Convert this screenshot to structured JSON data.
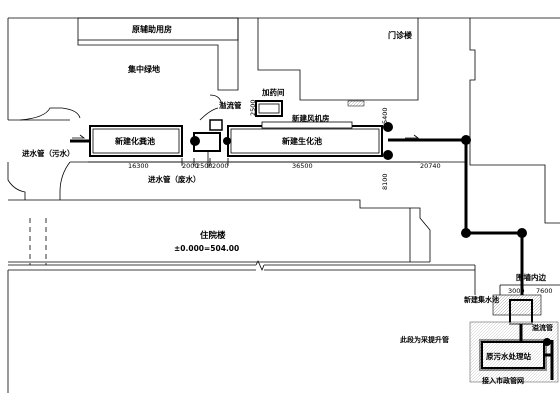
{
  "labels": {
    "original_building": "原辅助用房",
    "clinic_building": "门诊楼",
    "central_green": "集中绿地",
    "overflow_pipe_top": "溢流管",
    "dosing_room": "加药间",
    "new_fan_room": "新建风机房",
    "new_septic_tank": "新建化粪池",
    "new_bio_tank": "新建生化池",
    "inlet_pipe_sewage": "进水管（污水）",
    "inlet_pipe_waste": "进水管（废水）",
    "inpatient_building": "住院楼",
    "elevation": "±0.000=504.00",
    "wall_inside": "围墙内边",
    "new_sump": "新建集水池",
    "overflow_pipe_right": "溢流管",
    "lift_pipe_note": "此段为采提升管",
    "original_treatment": "原污水处理站",
    "municipal_connect": "接入市政管网"
  },
  "dimensions": {
    "d1": "16300",
    "d2": "2000",
    "d3": "2500",
    "d4": "2000",
    "d5": "36500",
    "d6": "20740",
    "d7": "8100",
    "d8": "2500",
    "d9": "5400",
    "d10": "3000",
    "d11": "7600"
  },
  "colors": {
    "ink": "#000000",
    "paper": "#ffffff",
    "hatch": "#bbbbbb"
  }
}
